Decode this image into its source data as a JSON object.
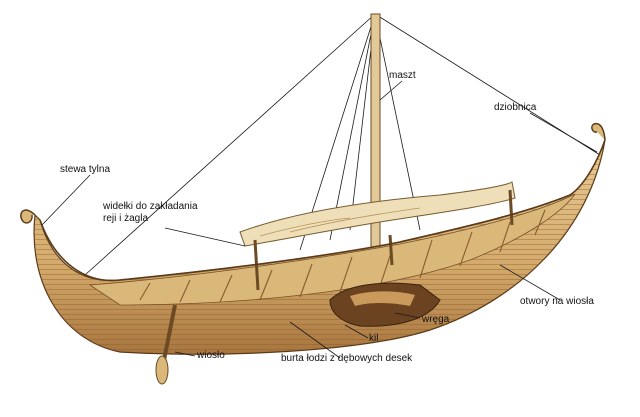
{
  "labels": {
    "maszt": "maszt",
    "dziobnica": "dziobnica",
    "stewa_tylna": "stewa tylna",
    "widelki": "widełki do zakładania\nreji i żagla",
    "otwory": "otwory na wiosła",
    "wrega": "wręga",
    "kil": "kil",
    "wioslo": "wiosło",
    "burta": "burta łodzi z dębowych desek"
  },
  "colors": {
    "hull_light": "#e6c58f",
    "hull_mid": "#c99a5c",
    "hull_dark": "#8a5a2b",
    "interior": "#d9b87a",
    "sail": "#eedfb8",
    "mast": "#e2c998",
    "line": "#1a1a1a",
    "keel": "#6b4320"
  }
}
